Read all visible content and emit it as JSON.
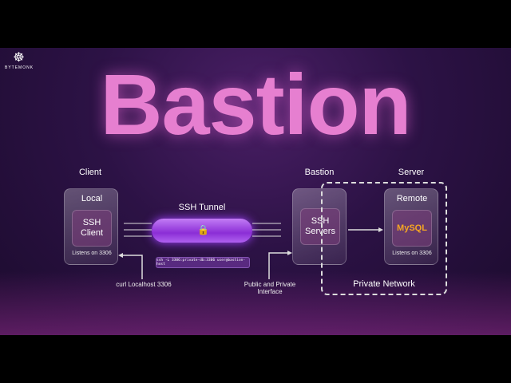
{
  "brand": "BYTEMONK",
  "title": "Bastion",
  "client": {
    "heading": "Client",
    "box_label": "Local",
    "inner_label": "SSH Client",
    "note": "Listens on 3306"
  },
  "tunnel": {
    "label": "SSH Tunnel",
    "icon": "lock-icon"
  },
  "command": "ssh -L 3306:private-db:3306 user@bastion-host",
  "curl_note": "curl Localhost 3306",
  "bastion": {
    "heading": "Bastion",
    "inner_label": "SSH Servers"
  },
  "interface_note": "Public and Private Interface",
  "server": {
    "heading": "Server",
    "box_label": "Remote",
    "inner_label": "MySQL",
    "note": "Listens on 3306"
  },
  "private_network": "Private Network",
  "colors": {
    "title": "#e67fd0",
    "tunnel": "#a040ff"
  }
}
